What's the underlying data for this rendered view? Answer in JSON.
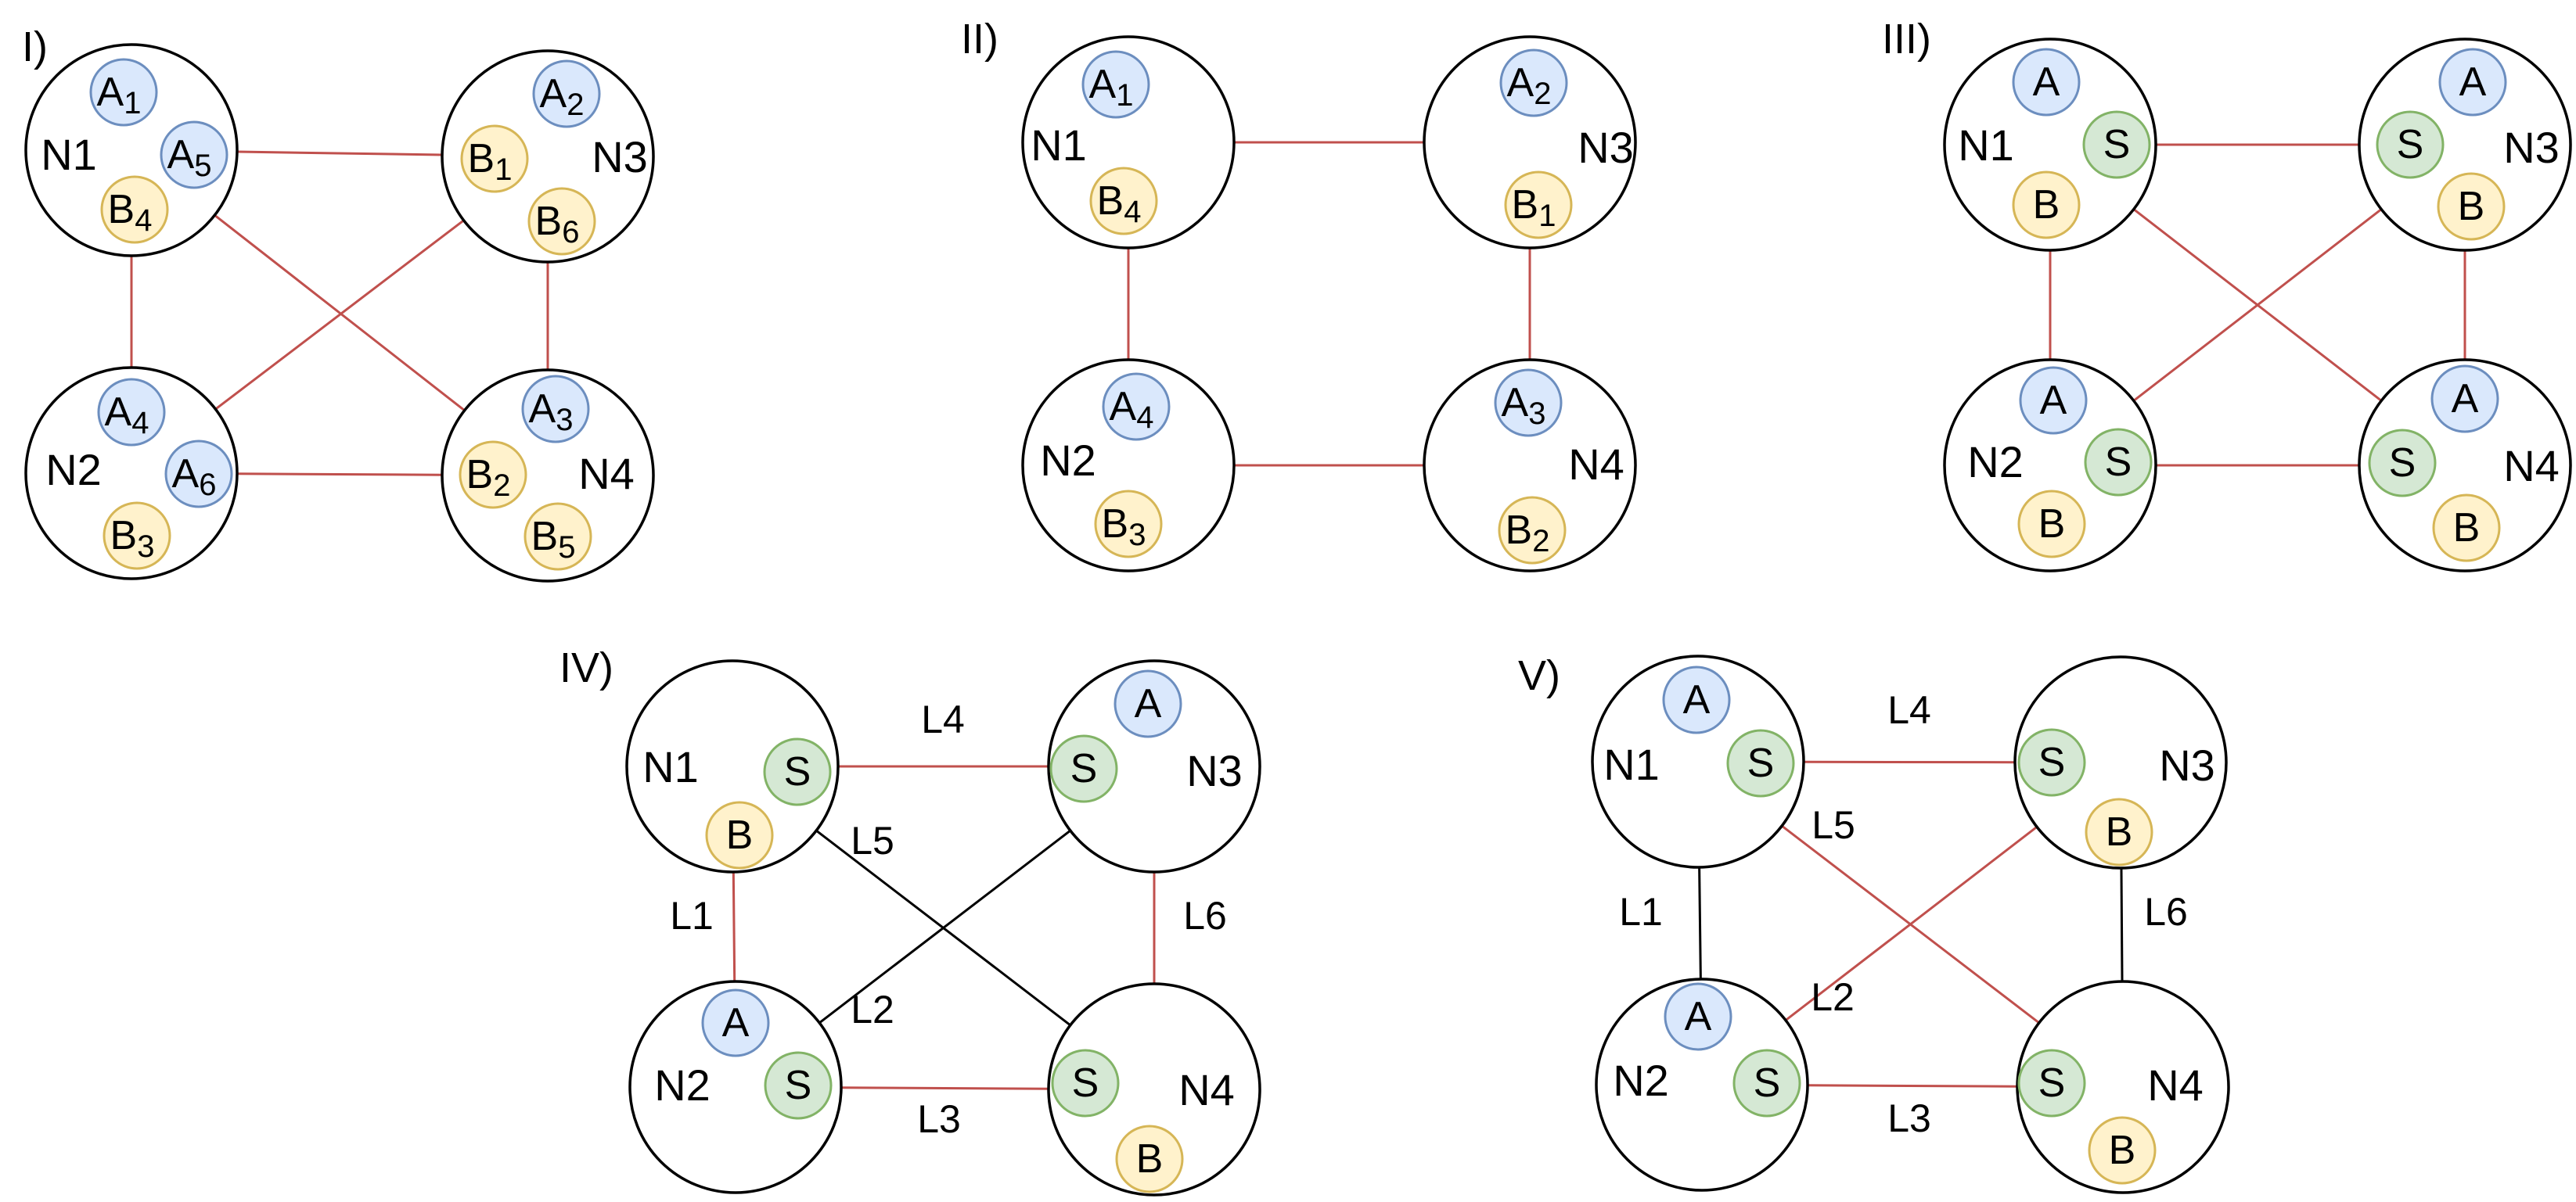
{
  "colors": {
    "node_stroke": "#000000",
    "link_red": "#c0504d",
    "link_black": "#000000",
    "a_fill": "#dae8fc",
    "a_stroke": "#6c8ebf",
    "b_fill": "#fff2cc",
    "b_stroke": "#d6b656",
    "s_fill": "#d5e8d4",
    "s_stroke": "#82b366"
  },
  "panels": [
    {
      "label": "I)",
      "nodes": [
        {
          "name": "N1",
          "services": [
            {
              "type": "A",
              "main": "A",
              "sub": "1"
            },
            {
              "type": "A",
              "main": "A",
              "sub": "5"
            },
            {
              "type": "B",
              "main": "B",
              "sub": "4"
            }
          ]
        },
        {
          "name": "N3",
          "services": [
            {
              "type": "A",
              "main": "A",
              "sub": "2"
            },
            {
              "type": "B",
              "main": "B",
              "sub": "1"
            },
            {
              "type": "B",
              "main": "B",
              "sub": "6"
            }
          ]
        },
        {
          "name": "N2",
          "services": [
            {
              "type": "A",
              "main": "A",
              "sub": "4"
            },
            {
              "type": "A",
              "main": "A",
              "sub": "6"
            },
            {
              "type": "B",
              "main": "B",
              "sub": "3"
            }
          ]
        },
        {
          "name": "N4",
          "services": [
            {
              "type": "A",
              "main": "A",
              "sub": "3"
            },
            {
              "type": "B",
              "main": "B",
              "sub": "2"
            },
            {
              "type": "B",
              "main": "B",
              "sub": "5"
            }
          ]
        }
      ],
      "links": [
        {
          "from": "N1",
          "to": "N3",
          "color": "red",
          "label": ""
        },
        {
          "from": "N1",
          "to": "N2",
          "color": "red",
          "label": ""
        },
        {
          "from": "N3",
          "to": "N4",
          "color": "red",
          "label": ""
        },
        {
          "from": "N2",
          "to": "N4",
          "color": "red",
          "label": ""
        },
        {
          "from": "N1",
          "to": "N4",
          "color": "red",
          "label": ""
        },
        {
          "from": "N3",
          "to": "N2",
          "color": "red",
          "label": ""
        }
      ]
    },
    {
      "label": "II)",
      "nodes": [
        {
          "name": "N1",
          "services": [
            {
              "type": "A",
              "main": "A",
              "sub": "1"
            },
            {
              "type": "B",
              "main": "B",
              "sub": "4"
            }
          ]
        },
        {
          "name": "N3",
          "services": [
            {
              "type": "A",
              "main": "A",
              "sub": "2"
            },
            {
              "type": "B",
              "main": "B",
              "sub": "1"
            }
          ]
        },
        {
          "name": "N2",
          "services": [
            {
              "type": "A",
              "main": "A",
              "sub": "4"
            },
            {
              "type": "B",
              "main": "B",
              "sub": "3"
            }
          ]
        },
        {
          "name": "N4",
          "services": [
            {
              "type": "A",
              "main": "A",
              "sub": "3"
            },
            {
              "type": "B",
              "main": "B",
              "sub": "2"
            }
          ]
        }
      ],
      "links": [
        {
          "from": "N1",
          "to": "N3",
          "color": "red",
          "label": ""
        },
        {
          "from": "N1",
          "to": "N2",
          "color": "red",
          "label": ""
        },
        {
          "from": "N3",
          "to": "N4",
          "color": "red",
          "label": ""
        },
        {
          "from": "N2",
          "to": "N4",
          "color": "red",
          "label": ""
        }
      ]
    },
    {
      "label": "III)",
      "nodes": [
        {
          "name": "N1",
          "services": [
            {
              "type": "A",
              "main": "A",
              "sub": ""
            },
            {
              "type": "S",
              "main": "S",
              "sub": ""
            },
            {
              "type": "B",
              "main": "B",
              "sub": ""
            }
          ]
        },
        {
          "name": "N3",
          "services": [
            {
              "type": "A",
              "main": "A",
              "sub": ""
            },
            {
              "type": "S",
              "main": "S",
              "sub": ""
            },
            {
              "type": "B",
              "main": "B",
              "sub": ""
            }
          ]
        },
        {
          "name": "N2",
          "services": [
            {
              "type": "A",
              "main": "A",
              "sub": ""
            },
            {
              "type": "S",
              "main": "S",
              "sub": ""
            },
            {
              "type": "B",
              "main": "B",
              "sub": ""
            }
          ]
        },
        {
          "name": "N4",
          "services": [
            {
              "type": "A",
              "main": "A",
              "sub": ""
            },
            {
              "type": "S",
              "main": "S",
              "sub": ""
            },
            {
              "type": "B",
              "main": "B",
              "sub": ""
            }
          ]
        }
      ],
      "links": [
        {
          "from": "N1",
          "to": "N3",
          "color": "red",
          "label": ""
        },
        {
          "from": "N1",
          "to": "N2",
          "color": "red",
          "label": ""
        },
        {
          "from": "N3",
          "to": "N4",
          "color": "red",
          "label": ""
        },
        {
          "from": "N2",
          "to": "N4",
          "color": "red",
          "label": ""
        },
        {
          "from": "N1",
          "to": "N4",
          "color": "red",
          "label": ""
        },
        {
          "from": "N3",
          "to": "N2",
          "color": "red",
          "label": ""
        }
      ]
    },
    {
      "label": "IV)",
      "nodes": [
        {
          "name": "N1",
          "services": [
            {
              "type": "S",
              "main": "S",
              "sub": ""
            },
            {
              "type": "B",
              "main": "B",
              "sub": ""
            }
          ]
        },
        {
          "name": "N3",
          "services": [
            {
              "type": "A",
              "main": "A",
              "sub": ""
            },
            {
              "type": "S",
              "main": "S",
              "sub": ""
            }
          ]
        },
        {
          "name": "N2",
          "services": [
            {
              "type": "A",
              "main": "A",
              "sub": ""
            },
            {
              "type": "S",
              "main": "S",
              "sub": ""
            }
          ]
        },
        {
          "name": "N4",
          "services": [
            {
              "type": "S",
              "main": "S",
              "sub": ""
            },
            {
              "type": "B",
              "main": "B",
              "sub": ""
            }
          ]
        }
      ],
      "links": [
        {
          "from": "N1",
          "to": "N3",
          "color": "red",
          "label": "L4"
        },
        {
          "from": "N1",
          "to": "N2",
          "color": "red",
          "label": "L1"
        },
        {
          "from": "N3",
          "to": "N4",
          "color": "red",
          "label": "L6"
        },
        {
          "from": "N2",
          "to": "N4",
          "color": "red",
          "label": "L3"
        },
        {
          "from": "N1",
          "to": "N4",
          "color": "black",
          "label": "L5"
        },
        {
          "from": "N3",
          "to": "N2",
          "color": "black",
          "label": "L2"
        }
      ]
    },
    {
      "label": "V)",
      "nodes": [
        {
          "name": "N1",
          "services": [
            {
              "type": "A",
              "main": "A",
              "sub": ""
            },
            {
              "type": "S",
              "main": "S",
              "sub": ""
            }
          ]
        },
        {
          "name": "N3",
          "services": [
            {
              "type": "S",
              "main": "S",
              "sub": ""
            },
            {
              "type": "B",
              "main": "B",
              "sub": ""
            }
          ]
        },
        {
          "name": "N2",
          "services": [
            {
              "type": "A",
              "main": "A",
              "sub": ""
            },
            {
              "type": "S",
              "main": "S",
              "sub": ""
            }
          ]
        },
        {
          "name": "N4",
          "services": [
            {
              "type": "S",
              "main": "S",
              "sub": ""
            },
            {
              "type": "B",
              "main": "B",
              "sub": ""
            }
          ]
        }
      ],
      "links": [
        {
          "from": "N1",
          "to": "N3",
          "color": "red",
          "label": "L4"
        },
        {
          "from": "N1",
          "to": "N2",
          "color": "black",
          "label": "L1"
        },
        {
          "from": "N3",
          "to": "N4",
          "color": "black",
          "label": "L6"
        },
        {
          "from": "N2",
          "to": "N4",
          "color": "red",
          "label": "L3"
        },
        {
          "from": "N1",
          "to": "N4",
          "color": "red",
          "label": "L5"
        },
        {
          "from": "N3",
          "to": "N2",
          "color": "red",
          "label": "L2"
        }
      ]
    }
  ]
}
